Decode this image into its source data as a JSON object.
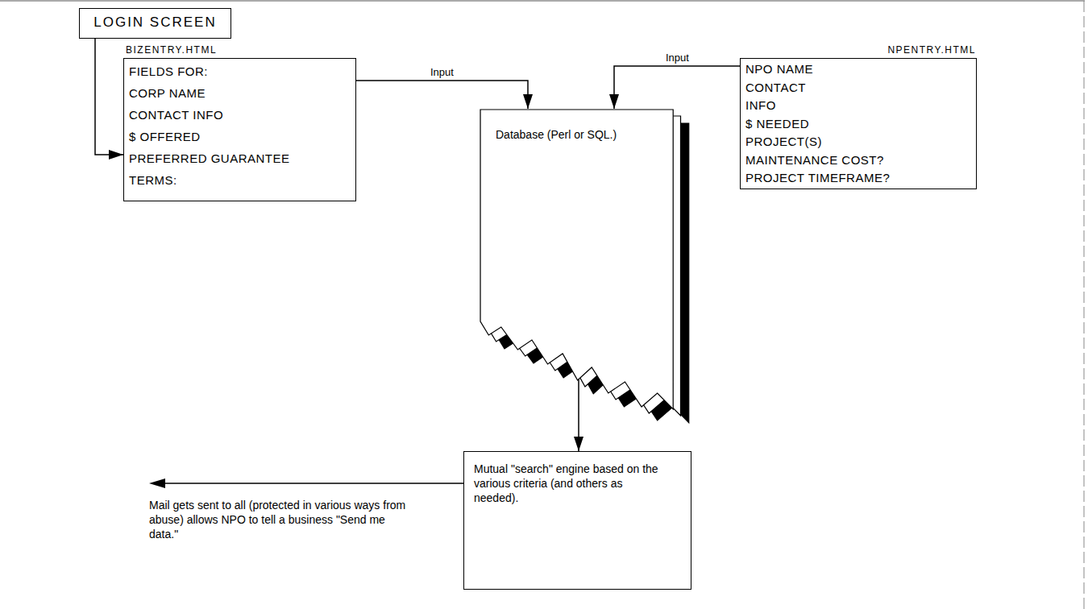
{
  "diagram": {
    "nodes": [
      {
        "text": [
          "LOGIN SCREEN"
        ]
      },
      {
        "text": [
          "BIZENTRY.HTML",
          "FIELDS FOR:",
          "CORP NAME",
          "CONTACT INFO",
          "$ OFFERED",
          "PREFERRED GUARANTEE",
          "TERMS:"
        ]
      },
      {
        "text": [
          "NPENTRY.HTML",
          "NPO NAME",
          "CONTACT",
          "INFO",
          "$ NEEDED",
          "PROJECT(S)",
          "MAINTENANCE COST?",
          "PROJECT TIMEFRAME?"
        ]
      },
      {
        "text": [
          "Database (Perl or SQL.)"
        ]
      },
      {
        "text": [
          "Mutual \"search\" engine based on the various criteria (and others as needed)."
        ]
      }
    ],
    "edges": [
      {
        "from": 0,
        "to": 1,
        "arrow": "to"
      },
      {
        "from": 1,
        "to": 3,
        "label": "Input",
        "arrow": "to"
      },
      {
        "from": 2,
        "to": 3,
        "label": "Input",
        "arrow": "to"
      },
      {
        "from": 3,
        "to": 4,
        "arrow": "to"
      }
    ],
    "labels": [
      "Mail gets sent to all (protected in various ways from abuse) allows NPO to tell a business \"Send me data.\""
    ]
  }
}
